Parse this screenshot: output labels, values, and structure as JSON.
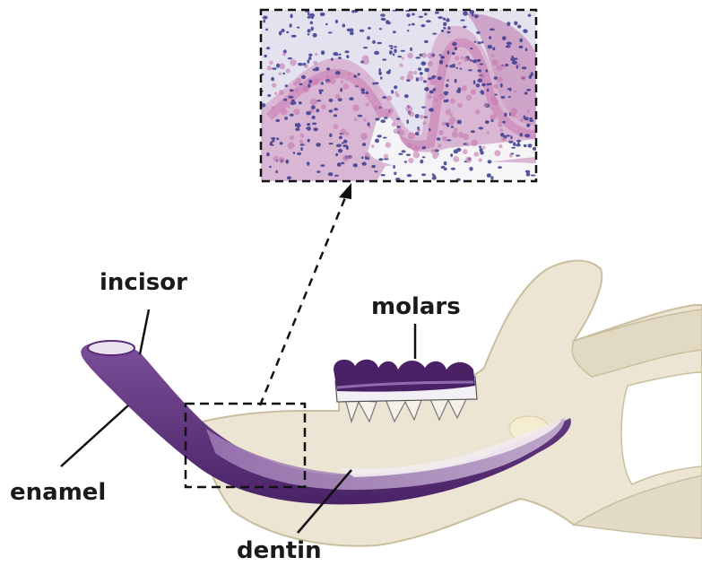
{
  "labels": {
    "incisor": "incisor",
    "molars": "molars",
    "enamel": "enamel",
    "dentin": "dentin"
  },
  "inset": {
    "content": "histology micrograph of dental epithelium (purple-stained cells)"
  },
  "colors": {
    "bone": "#ede6d6",
    "bone_outline": "#c9b98f",
    "enamel": "#5a2d7a",
    "dentin": "#a585b8",
    "pulp": "#e8dbe3",
    "tissue_bg": "#e9e6f1",
    "cell_dark": "#3b3b8f",
    "cell_pink": "#c77ab0"
  }
}
